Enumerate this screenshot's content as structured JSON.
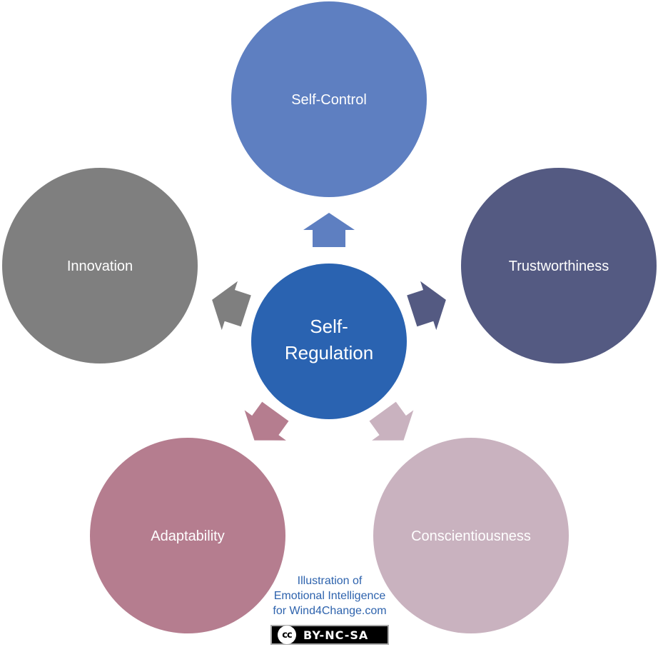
{
  "diagram": {
    "center": {
      "label_line1": "Self-",
      "label_line2": "Regulation",
      "color": "#2a63b1"
    },
    "nodes": [
      {
        "id": "self-control",
        "label": "Self-Control",
        "color": "#5e7fc1"
      },
      {
        "id": "trustworthiness",
        "label": "Trustworthiness",
        "color": "#545a82"
      },
      {
        "id": "conscientiousness",
        "label": "Conscientiousness",
        "color": "#c9b2bf"
      },
      {
        "id": "adaptability",
        "label": "Adaptability",
        "color": "#b57d8f"
      },
      {
        "id": "innovation",
        "label": "Innovation",
        "color": "#7f7f7f"
      }
    ]
  },
  "credit": {
    "line1": "Illustration of",
    "line2": "Emotional Intelligence",
    "line3": "for Wind4Change.com",
    "license_symbol": "cc",
    "license": "BY-NC-SA"
  }
}
